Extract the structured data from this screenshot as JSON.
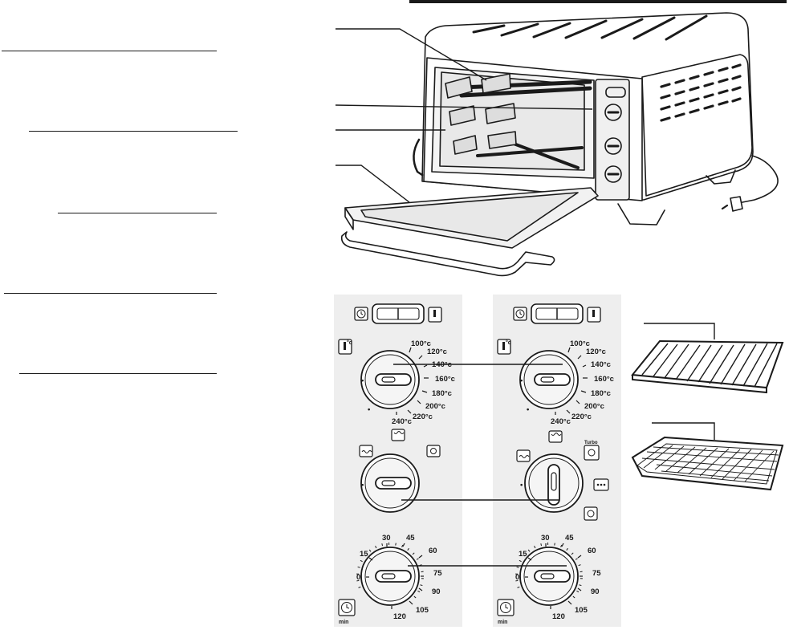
{
  "temperature_scale": {
    "unit_icon": "°c",
    "labels": [
      "100°c",
      "120°c",
      "140°c",
      "160°c",
      "180°c",
      "200°c",
      "220°c",
      "240°c"
    ],
    "off_mark": "•"
  },
  "timer_scale": {
    "labels": [
      "0",
      "15",
      "30",
      "45",
      "60",
      "75",
      "90",
      "105",
      "120"
    ],
    "unit": "min"
  },
  "function_icons": {
    "right_panel_turbo": "Turbo"
  },
  "icons": [
    "clock-icon",
    "thermometer-icon",
    "lower-heat-icon",
    "upper-heat-icon",
    "grill-icon",
    "lamp-icon",
    "fan-icon",
    "rotisserie-icon",
    "power-plug-icon"
  ]
}
